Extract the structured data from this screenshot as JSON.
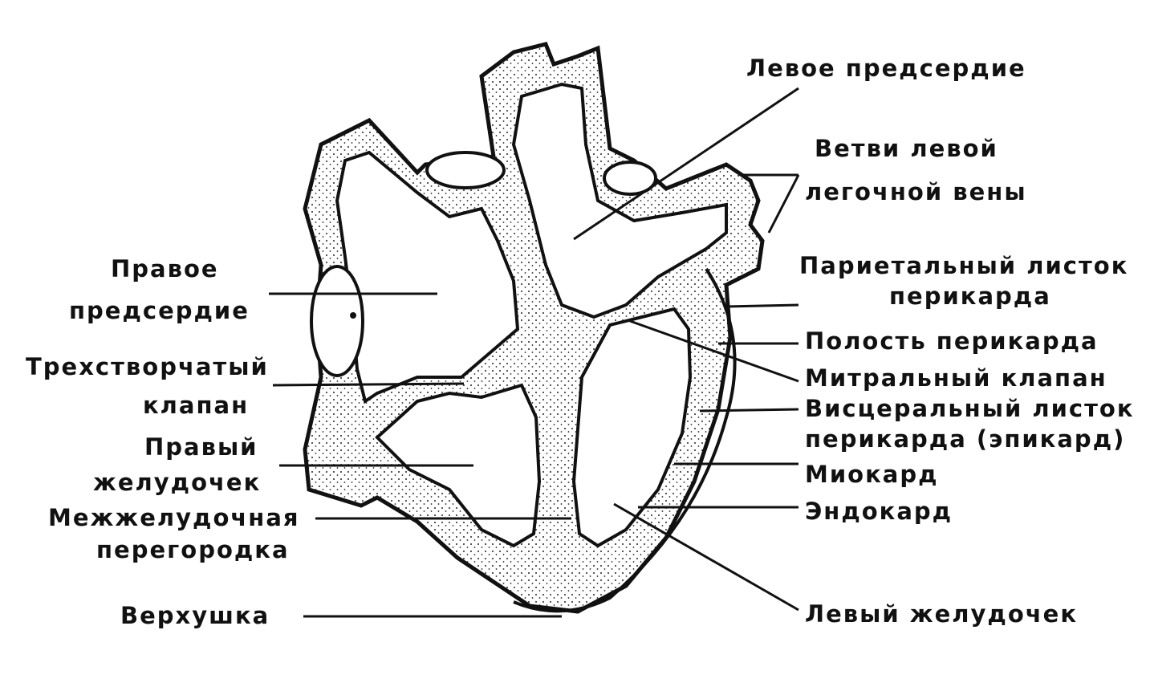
{
  "labels": {
    "left_atrium": "Левое предсердие",
    "pulmonary_veins_1": "Ветви левой",
    "pulmonary_veins_2": "легочной вены",
    "parietal_1": "Париетальный листок",
    "parietal_2": "перикарда",
    "cavity": "Полость перикарда",
    "mitral": "Митральный клапан",
    "visceral_1": "Висцеральный листок",
    "visceral_2": "перикарда (эпикард)",
    "myocardium": "Миокард",
    "endocardium": "Эндокард",
    "left_ventricle": "Левый желудочек",
    "right_atrium_1": "Правое",
    "right_atrium_2": "предсердие",
    "tricuspid_1": "Трехстворчатый",
    "tricuspid_2": "клапан",
    "right_ventricle_1": "Правый",
    "right_ventricle_2": "желудочек",
    "septum_1": "Межжелудочная",
    "septum_2": "перегородка",
    "apex": "Верхушка"
  },
  "colors": {
    "ink": "#111111",
    "paper": "#ffffff",
    "stipple": "#e8e8e8"
  }
}
